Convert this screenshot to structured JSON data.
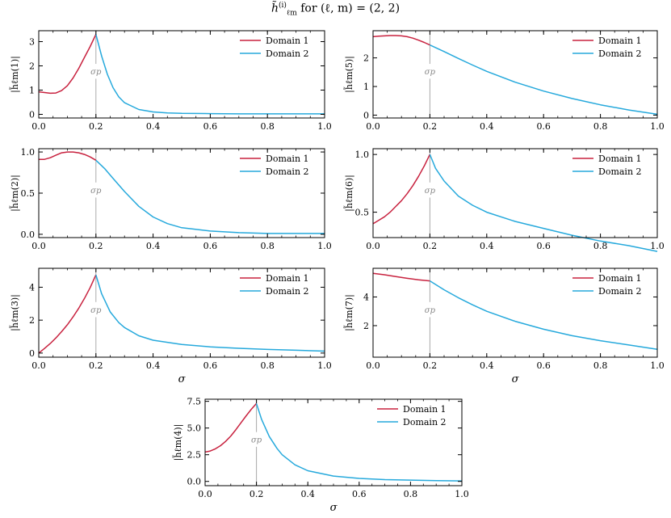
{
  "figure": {
    "title_main": "h̃",
    "title_sup": "(i)",
    "title_sub": "ℓm",
    "title_rest": "for (ℓ, m) = (2, 2)"
  },
  "colors": {
    "domain1": "#c8223f",
    "domain2": "#26a9dc",
    "marker": "#aaaaaa"
  },
  "chart_data": [
    {
      "type": "line",
      "ylabel": "|h̃ℓm(1)|",
      "ylabel_index": "1",
      "xlabel": "",
      "xlim": [
        0,
        1
      ],
      "ylim": [
        -0.15,
        3.45
      ],
      "yticks": [
        0,
        1,
        2,
        3
      ],
      "xticks": [
        0.0,
        0.2,
        0.4,
        0.6,
        0.8,
        1.0
      ],
      "marker_x": 0.2,
      "marker_label": "σp",
      "legend": "top-right",
      "series": [
        {
          "name": "Domain 1",
          "x": [
            0,
            0.02,
            0.04,
            0.06,
            0.08,
            0.1,
            0.12,
            0.14,
            0.16,
            0.18,
            0.2
          ],
          "y": [
            0.93,
            0.9,
            0.87,
            0.88,
            0.98,
            1.18,
            1.5,
            1.9,
            2.35,
            2.8,
            3.3
          ]
        },
        {
          "name": "Domain 2",
          "x": [
            0.2,
            0.22,
            0.24,
            0.26,
            0.28,
            0.3,
            0.35,
            0.4,
            0.45,
            0.5,
            0.6,
            0.7,
            0.8,
            0.9,
            1.0
          ],
          "y": [
            3.3,
            2.4,
            1.65,
            1.1,
            0.72,
            0.48,
            0.2,
            0.1,
            0.06,
            0.04,
            0.03,
            0.02,
            0.02,
            0.02,
            0.02
          ]
        }
      ]
    },
    {
      "type": "line",
      "ylabel": "|h̃ℓm(5)|",
      "ylabel_index": "5",
      "xlabel": "",
      "xlim": [
        0,
        1
      ],
      "ylim": [
        -0.1,
        2.95
      ],
      "yticks": [
        0,
        1,
        2
      ],
      "xticks": [
        0.0,
        0.2,
        0.4,
        0.6,
        0.8,
        1.0
      ],
      "marker_x": 0.2,
      "marker_label": "σp",
      "legend": "top-right",
      "series": [
        {
          "name": "Domain 1",
          "x": [
            0,
            0.02,
            0.04,
            0.06,
            0.08,
            0.1,
            0.12,
            0.14,
            0.16,
            0.18,
            0.2
          ],
          "y": [
            2.74,
            2.76,
            2.77,
            2.78,
            2.78,
            2.77,
            2.74,
            2.69,
            2.62,
            2.54,
            2.45
          ]
        },
        {
          "name": "Domain 2",
          "x": [
            0.2,
            0.25,
            0.3,
            0.35,
            0.4,
            0.5,
            0.6,
            0.7,
            0.8,
            0.9,
            1.0
          ],
          "y": [
            2.45,
            2.22,
            1.98,
            1.75,
            1.53,
            1.15,
            0.84,
            0.58,
            0.36,
            0.18,
            0.03
          ]
        }
      ]
    },
    {
      "type": "line",
      "ylabel": "|h̃ℓm(2)|",
      "ylabel_index": "2",
      "xlabel": "",
      "xlim": [
        0,
        1
      ],
      "ylim": [
        -0.04,
        1.04
      ],
      "yticks": [
        0.0,
        0.5,
        1.0
      ],
      "xticks": [
        0.0,
        0.2,
        0.4,
        0.6,
        0.8,
        1.0
      ],
      "marker_x": 0.2,
      "marker_label": "σp",
      "legend": "top-right",
      "series": [
        {
          "name": "Domain 1",
          "x": [
            0,
            0.02,
            0.04,
            0.06,
            0.08,
            0.1,
            0.12,
            0.14,
            0.16,
            0.18,
            0.2
          ],
          "y": [
            0.91,
            0.91,
            0.93,
            0.96,
            0.99,
            1.0,
            1.0,
            0.99,
            0.97,
            0.94,
            0.9
          ]
        },
        {
          "name": "Domain 2",
          "x": [
            0.2,
            0.23,
            0.26,
            0.3,
            0.35,
            0.4,
            0.45,
            0.5,
            0.6,
            0.7,
            0.8,
            0.9,
            1.0
          ],
          "y": [
            0.9,
            0.8,
            0.68,
            0.52,
            0.34,
            0.21,
            0.13,
            0.08,
            0.04,
            0.02,
            0.01,
            0.01,
            0.01
          ]
        }
      ]
    },
    {
      "type": "line",
      "ylabel": "|h̃ℓm(6)|",
      "ylabel_index": "6",
      "xlabel": "",
      "xlim": [
        0,
        1
      ],
      "ylim": [
        0.28,
        1.05
      ],
      "yticks": [
        0.5,
        1.0
      ],
      "xticks": [
        0.0,
        0.2,
        0.4,
        0.6,
        0.8,
        1.0
      ],
      "marker_x": 0.2,
      "marker_label": "σp",
      "legend": "top-right",
      "series": [
        {
          "name": "Domain 1",
          "x": [
            0,
            0.02,
            0.04,
            0.06,
            0.08,
            0.1,
            0.12,
            0.14,
            0.16,
            0.18,
            0.2
          ],
          "y": [
            0.4,
            0.43,
            0.46,
            0.5,
            0.55,
            0.6,
            0.66,
            0.73,
            0.81,
            0.9,
            1.0
          ]
        },
        {
          "name": "Domain 2",
          "x": [
            0.2,
            0.22,
            0.25,
            0.3,
            0.35,
            0.4,
            0.5,
            0.6,
            0.7,
            0.8,
            0.9,
            1.0
          ],
          "y": [
            1.0,
            0.88,
            0.77,
            0.64,
            0.56,
            0.5,
            0.42,
            0.36,
            0.3,
            0.25,
            0.21,
            0.16
          ]
        }
      ]
    },
    {
      "type": "line",
      "ylabel": "|h̃ℓm(3)|",
      "ylabel_index": "3",
      "xlabel": "σ",
      "xlim": [
        0,
        1
      ],
      "ylim": [
        -0.25,
        5.15
      ],
      "yticks": [
        0,
        2,
        4
      ],
      "xticks": [
        0.0,
        0.2,
        0.4,
        0.6,
        0.8,
        1.0
      ],
      "marker_x": 0.2,
      "marker_label": "σp",
      "legend": "top-right",
      "series": [
        {
          "name": "Domain 1",
          "x": [
            0,
            0.02,
            0.04,
            0.06,
            0.08,
            0.1,
            0.12,
            0.14,
            0.16,
            0.18,
            0.2
          ],
          "y": [
            0.0,
            0.28,
            0.58,
            0.92,
            1.3,
            1.72,
            2.2,
            2.73,
            3.32,
            3.98,
            4.75
          ]
        },
        {
          "name": "Domain 2",
          "x": [
            0.2,
            0.22,
            0.25,
            0.28,
            0.3,
            0.35,
            0.4,
            0.5,
            0.6,
            0.7,
            0.8,
            0.9,
            1.0
          ],
          "y": [
            4.75,
            3.6,
            2.5,
            1.85,
            1.55,
            1.05,
            0.78,
            0.52,
            0.38,
            0.29,
            0.22,
            0.17,
            0.12
          ]
        }
      ]
    },
    {
      "type": "line",
      "ylabel": "|h̃ℓm(7)|",
      "ylabel_index": "7",
      "xlabel": "σ",
      "xlim": [
        0,
        1
      ],
      "ylim": [
        -0.2,
        6.0
      ],
      "yticks": [
        2,
        4
      ],
      "xticks": [
        0.0,
        0.2,
        0.4,
        0.6,
        0.8,
        1.0
      ],
      "marker_x": 0.2,
      "marker_label": "σp",
      "legend": "top-right",
      "series": [
        {
          "name": "Domain 1",
          "x": [
            0,
            0.04,
            0.08,
            0.12,
            0.16,
            0.2
          ],
          "y": [
            5.65,
            5.55,
            5.42,
            5.3,
            5.2,
            5.12
          ]
        },
        {
          "name": "Domain 2",
          "x": [
            0.2,
            0.25,
            0.3,
            0.35,
            0.4,
            0.5,
            0.6,
            0.7,
            0.8,
            0.9,
            1.0
          ],
          "y": [
            5.12,
            4.5,
            3.95,
            3.45,
            3.0,
            2.3,
            1.75,
            1.3,
            0.95,
            0.65,
            0.35
          ]
        }
      ]
    },
    {
      "type": "line",
      "ylabel": "|h̃ℓm(4)|",
      "ylabel_index": "4",
      "xlabel": "σ",
      "xlim": [
        0,
        1
      ],
      "ylim": [
        -0.4,
        7.7
      ],
      "yticks": [
        0.0,
        2.5,
        5.0,
        7.5
      ],
      "xticks": [
        0.0,
        0.2,
        0.4,
        0.6,
        0.8,
        1.0
      ],
      "marker_x": 0.2,
      "marker_label": "σp",
      "legend": "top-right",
      "series": [
        {
          "name": "Domain 1",
          "x": [
            0,
            0.02,
            0.04,
            0.06,
            0.08,
            0.1,
            0.12,
            0.14,
            0.16,
            0.18,
            0.2
          ],
          "y": [
            2.75,
            2.85,
            3.05,
            3.35,
            3.75,
            4.25,
            4.85,
            5.5,
            6.15,
            6.75,
            7.3
          ]
        },
        {
          "name": "Domain 2",
          "x": [
            0.2,
            0.22,
            0.25,
            0.28,
            0.3,
            0.35,
            0.4,
            0.5,
            0.6,
            0.7,
            0.8,
            0.9,
            1.0
          ],
          "y": [
            7.3,
            5.8,
            4.2,
            3.1,
            2.5,
            1.55,
            1.0,
            0.5,
            0.28,
            0.17,
            0.12,
            0.08,
            0.05
          ]
        }
      ]
    }
  ]
}
